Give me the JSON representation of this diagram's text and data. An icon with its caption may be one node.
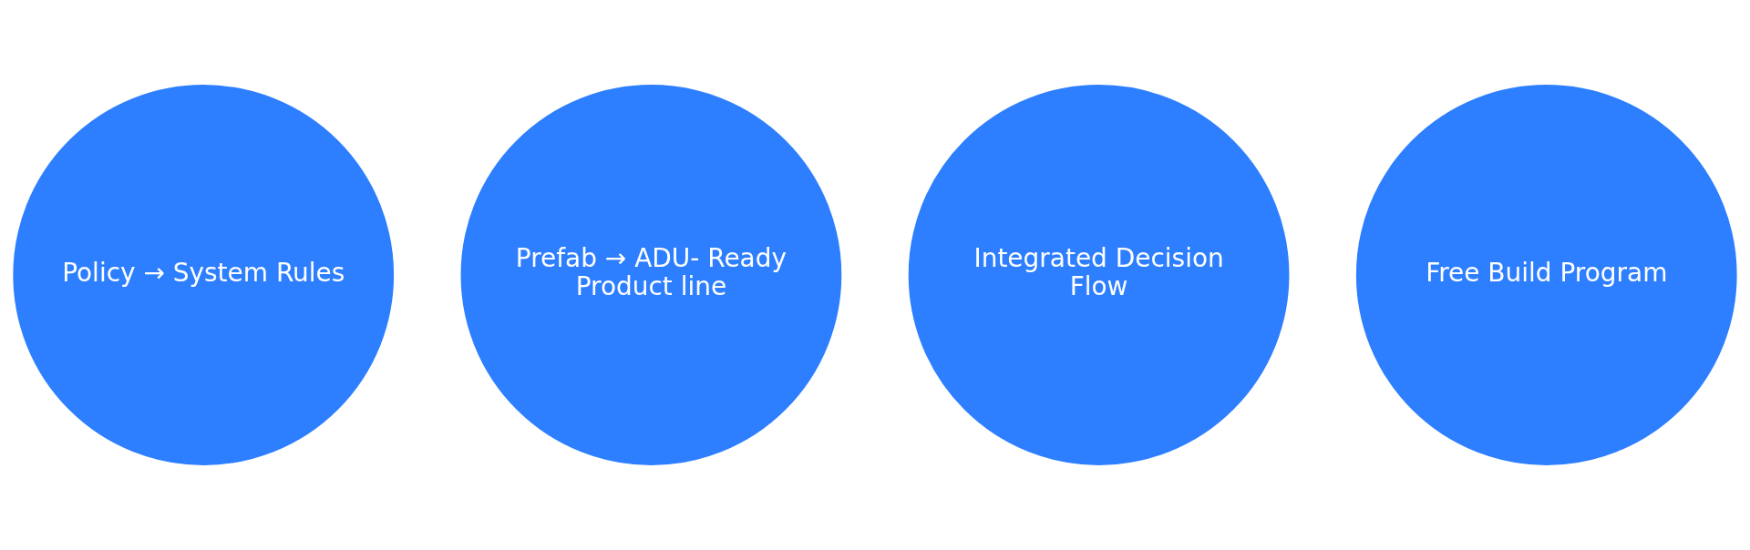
{
  "diagram": {
    "nodes": [
      {
        "text": [
          "Policy → System Rules"
        ]
      },
      {
        "text": [
          "Prefab → ADU- Ready Product line"
        ]
      },
      {
        "text": [
          "Integrated Decision Flow"
        ]
      },
      {
        "text": [
          "Free Build Program"
        ]
      }
    ]
  }
}
